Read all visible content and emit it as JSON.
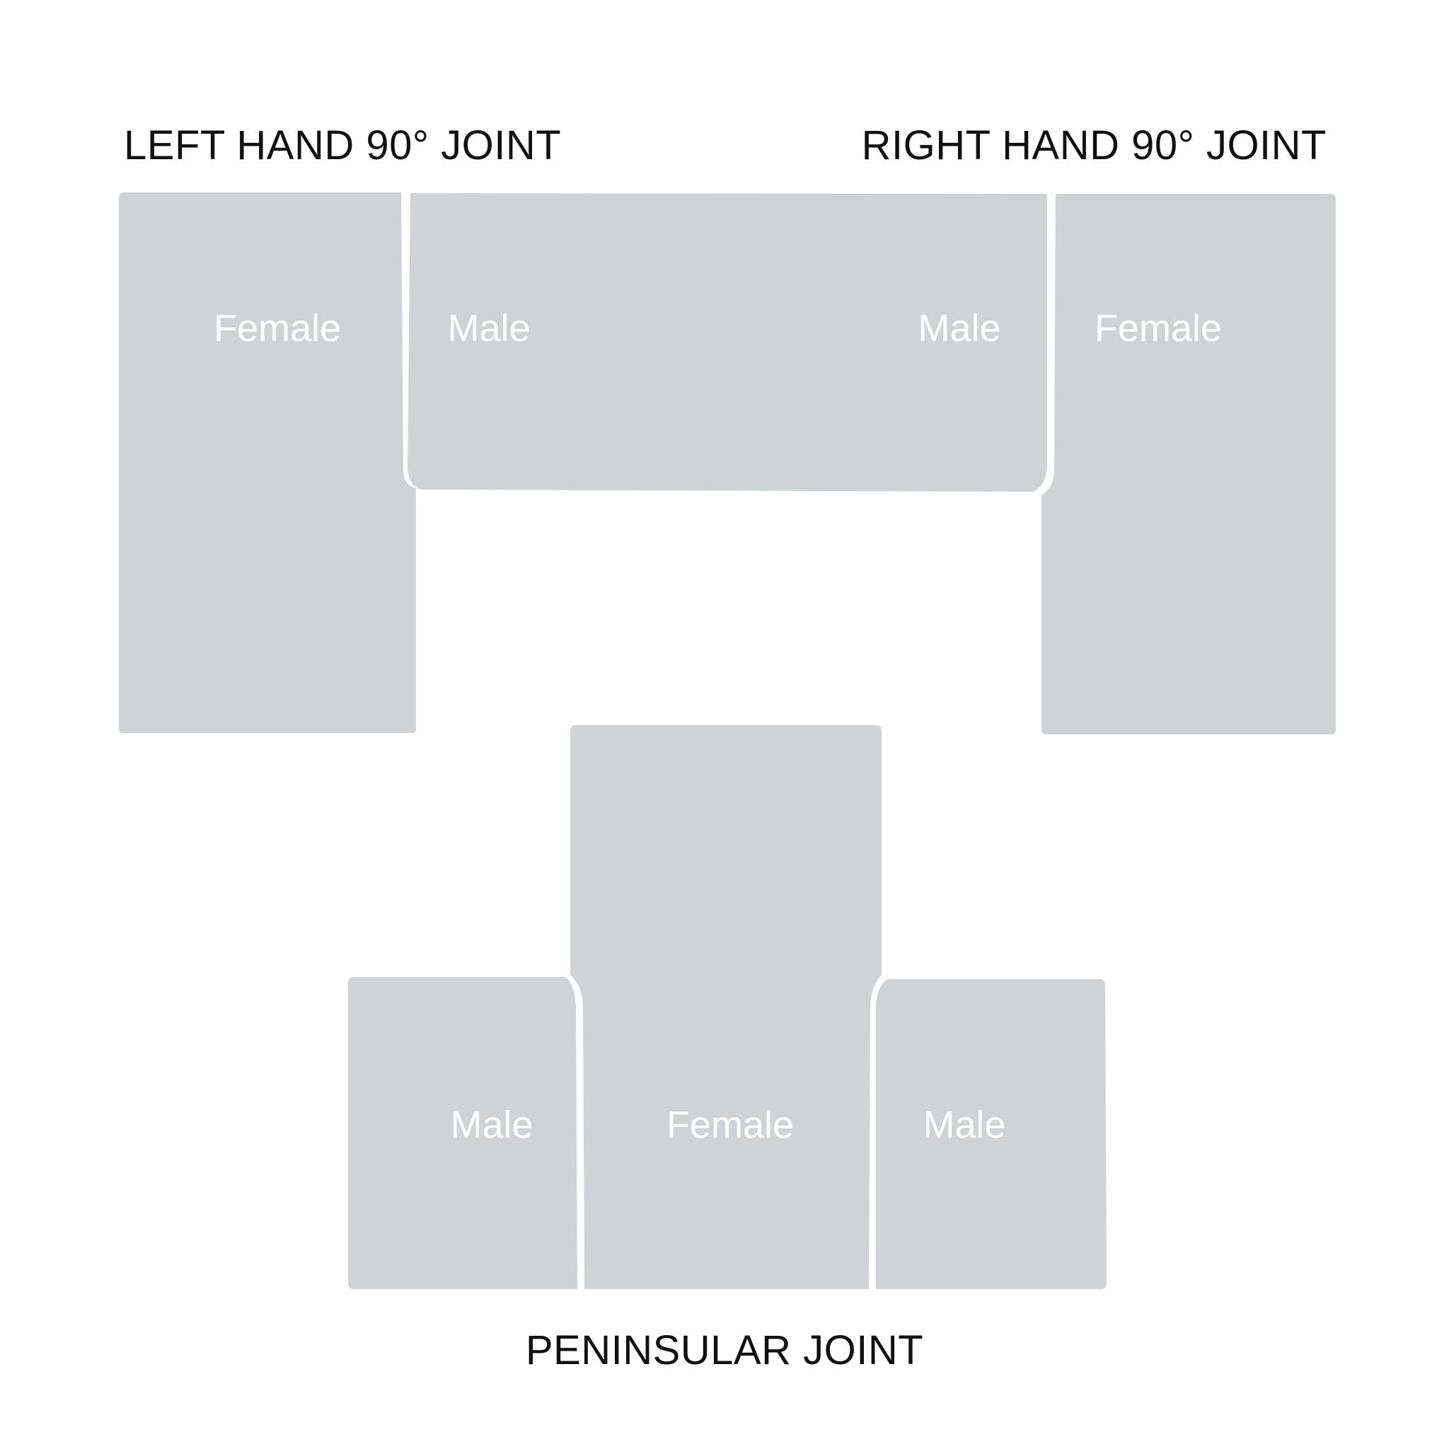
{
  "titles": {
    "left_joint": "LEFT HAND 90° JOINT",
    "right_joint": "RIGHT HAND 90° JOINT",
    "peninsular_joint": "PENINSULAR JOINT"
  },
  "labels": {
    "left_side_piece": "Female",
    "top_piece_left_end": "Male",
    "top_piece_right_end": "Male",
    "right_side_piece": "Female",
    "peninsula_left_piece": "Male",
    "peninsula_center_piece": "Female",
    "peninsula_right_piece": "Male"
  },
  "colors": {
    "worktop_fill": "#d0d3d6",
    "background": "#ffffff",
    "label_text": "#ffffff",
    "title_text": "#111111"
  }
}
